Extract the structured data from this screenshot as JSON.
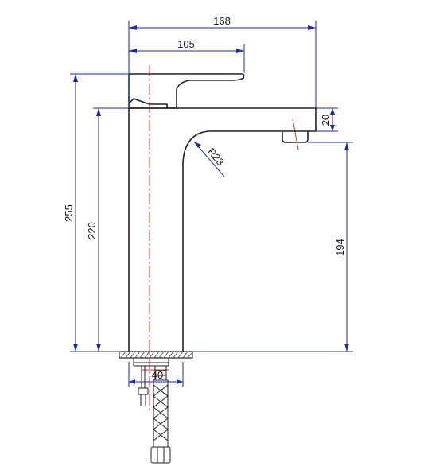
{
  "drawing": {
    "dimensions": {
      "overall_reach": "168",
      "handle_reach": "105",
      "total_height": "255",
      "spout_height": "220",
      "spout_thickness": "20",
      "outlet_clearance": "194",
      "bend_radius": "R28",
      "mount_diameter": "40"
    },
    "colors": {
      "dimension_lines": "#1f2a9e",
      "outline": "#222222",
      "centerline": "#e0322b"
    }
  }
}
